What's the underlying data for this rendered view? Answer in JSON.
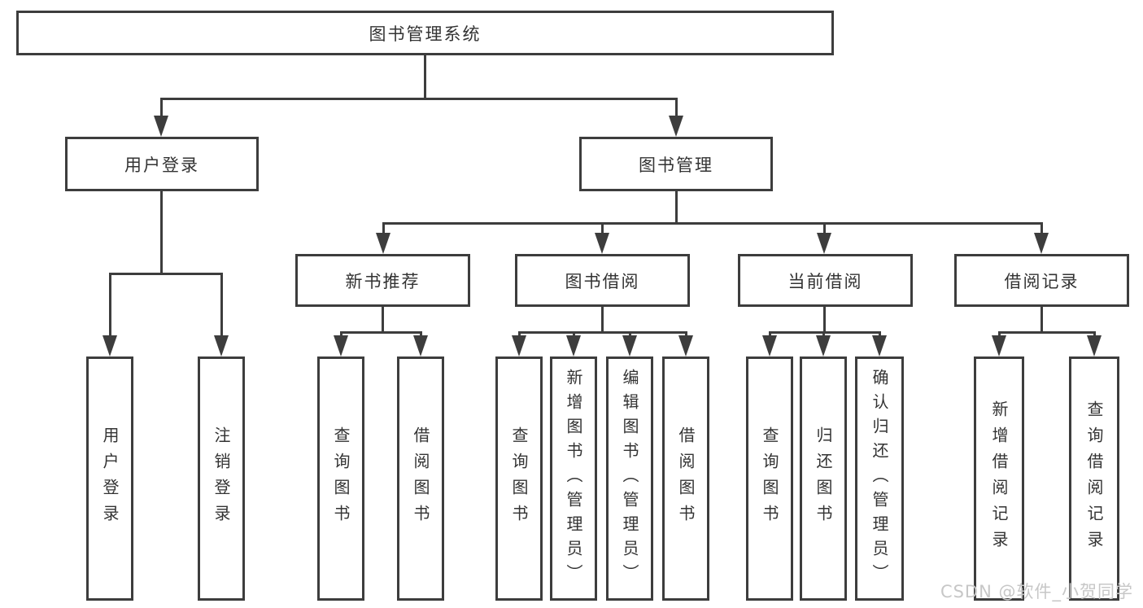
{
  "diagram": {
    "title": "图书管理系统",
    "root": {
      "label": "图书管理系统"
    },
    "level2": [
      {
        "id": "user-login",
        "label": "用户登录",
        "parent": "图书管理系统"
      },
      {
        "id": "book-management",
        "label": "图书管理",
        "parent": "图书管理系统"
      }
    ],
    "level3": [
      {
        "id": "new-book-recommend",
        "label": "新书推荐",
        "parent": "图书管理"
      },
      {
        "id": "book-borrow",
        "label": "图书借阅",
        "parent": "图书管理"
      },
      {
        "id": "current-borrow",
        "label": "当前借阅",
        "parent": "图书管理"
      },
      {
        "id": "borrow-records",
        "label": "借阅记录",
        "parent": "图书管理"
      }
    ],
    "leaves": {
      "login": [
        "用户登录",
        "注销登录"
      ],
      "recommend": [
        "查询图书",
        "借阅图书"
      ],
      "borrow": [
        "查询图书",
        "新增图书（管理员）",
        "编辑图书（管理员）",
        "借阅图书"
      ],
      "current": [
        "查询图书",
        "归还图书",
        "确认归还（管理员）"
      ],
      "records": [
        "新增借阅记录",
        "查询借阅记录"
      ]
    },
    "colors": {
      "border": "#3d3d3d",
      "line": "#3d3d3d",
      "text": "#333333",
      "background": "#ffffff",
      "watermark": "#c7c7c7"
    }
  },
  "watermark": {
    "text": "CSDN @软件_小贺同学"
  }
}
